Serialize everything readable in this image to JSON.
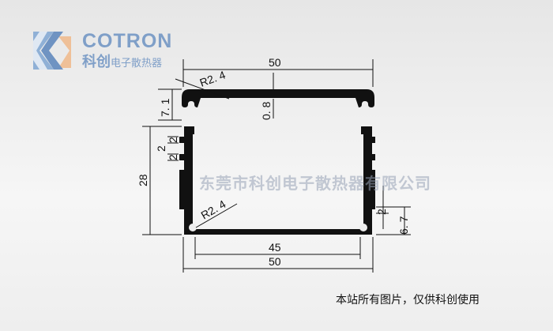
{
  "logo": {
    "brand": "COTRON",
    "cn_name": "科创",
    "cn_tagline": "电子散热器"
  },
  "watermark": "东莞市科创电子散热器有限公司",
  "dimensions": {
    "top_width": "50",
    "top_radius": "R2. 4",
    "top_height": "7. 1",
    "top_thickness": "0. 8",
    "body_height": "28",
    "slot_a": "2",
    "slot_b": "2",
    "slot_c": "2",
    "bottom_radius": "R2. 4",
    "right_slot": "2",
    "right_height": "6. 7",
    "inner_width": "45",
    "outer_width": "50"
  },
  "caption": "本站所有图片，仅供科创使用",
  "colors": {
    "logo": "#7f9fc8",
    "logo_accent": "#f0b98a",
    "profile": "#111111"
  }
}
